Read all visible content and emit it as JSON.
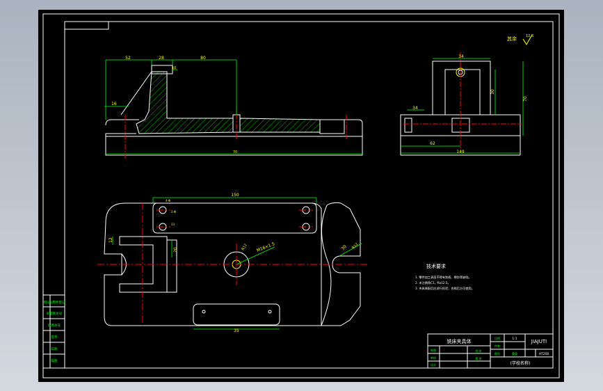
{
  "colors": {
    "background": "#000000",
    "outline": "#ffffff",
    "dimension": "#00ff00",
    "centerline": "#ff0000",
    "hatch": "#00cc00",
    "annotation": "#ffff00",
    "cyan": "#00ffff",
    "magenta": "#ff00ff"
  },
  "front_view": {
    "dims": {
      "d52": "52",
      "d28": "28",
      "d80": "80",
      "d10": "10",
      "d16": "16",
      "overall": "70"
    }
  },
  "side_view": {
    "dims": {
      "d34": "34",
      "d30": "30",
      "d70": "70",
      "d62": "62",
      "d34b": "34",
      "d149": "149"
    },
    "roughness": {
      "label": "其余",
      "value": "12.5"
    }
  },
  "plan_view": {
    "dims": {
      "d150": "150",
      "d4x": "4-Φ",
      "d2x": "2-Φ",
      "d13": "13",
      "d12": "12",
      "thread": "M16×1.5",
      "d20": "20",
      "r12": "R12",
      "d30": "30",
      "d35": "35"
    }
  },
  "tech_requirements": {
    "title": "技术要求",
    "items": [
      "1. 零件加工表面不得有划痕、擦伤等缺陷。",
      "2. 未注倒角C1，Ra12.5。",
      "3. 夹具装配后应进行检验，合格后方可使用。"
    ]
  },
  "title_block": {
    "name": "铣床夹具体",
    "scale_label": "比例",
    "scale": "1:1",
    "drawing_no": "JIAJUTI",
    "material": "HT200",
    "school": "(学校名称)",
    "rows": [
      "制图",
      "审核",
      "设计"
    ],
    "cells": [
      "件数",
      "重量",
      "共 张",
      "第 张",
      "图号"
    ]
  },
  "side_column": {
    "labels": [
      "借(通)用件登记",
      "旧底图总号",
      "底图总号",
      "签字",
      "日期",
      "描图"
    ]
  }
}
